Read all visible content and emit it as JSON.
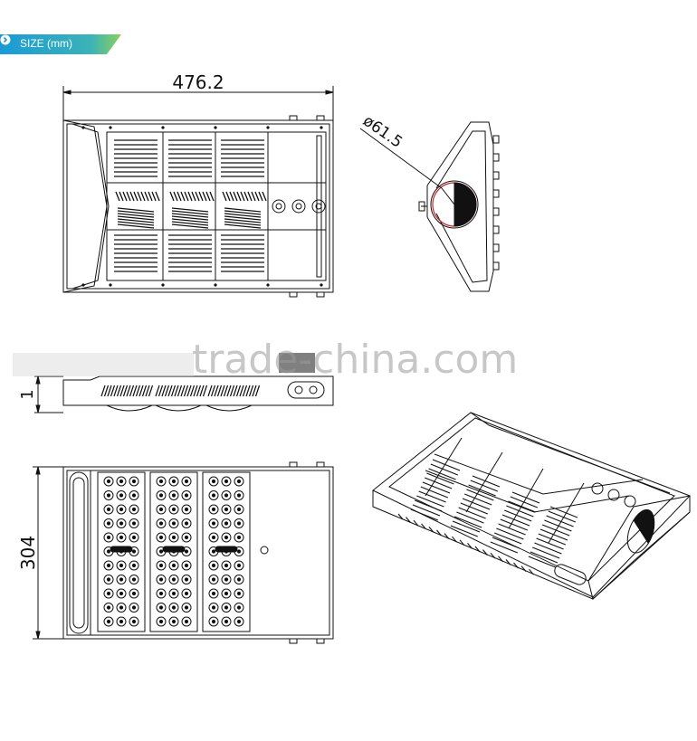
{
  "header": {
    "section_label": "SIZE (mm)",
    "accent_color": "#1a9ad6",
    "accent_color_light": "#8dd05a"
  },
  "dimensions": {
    "width": "476.2",
    "diameter": "ø61.5",
    "height": "1",
    "depth": "304"
  },
  "watermark": {
    "text": "trade-china.com"
  },
  "icons": [
    "chevron-right-icon"
  ]
}
